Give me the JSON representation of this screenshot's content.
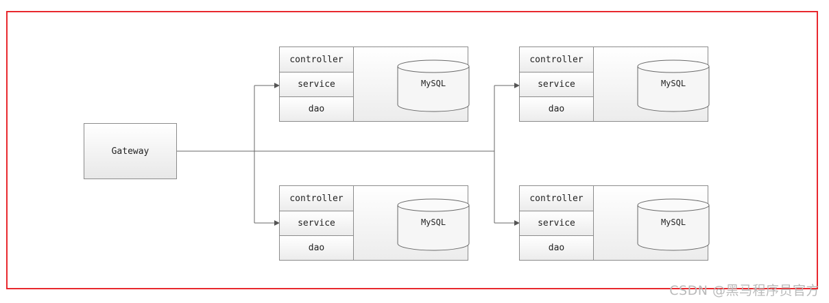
{
  "gateway": {
    "label": "Gateway"
  },
  "services": [
    {
      "layers": [
        "controller",
        "service",
        "dao"
      ],
      "database": "MySQL"
    },
    {
      "layers": [
        "controller",
        "service",
        "dao"
      ],
      "database": "MySQL"
    },
    {
      "layers": [
        "controller",
        "service",
        "dao"
      ],
      "database": "MySQL"
    },
    {
      "layers": [
        "controller",
        "service",
        "dao"
      ],
      "database": "MySQL"
    }
  ],
  "watermark": "CSDN @黑马程序员官方",
  "colors": {
    "frame": "#e8262c",
    "line": "#555555",
    "border": "#8a8a8a"
  }
}
